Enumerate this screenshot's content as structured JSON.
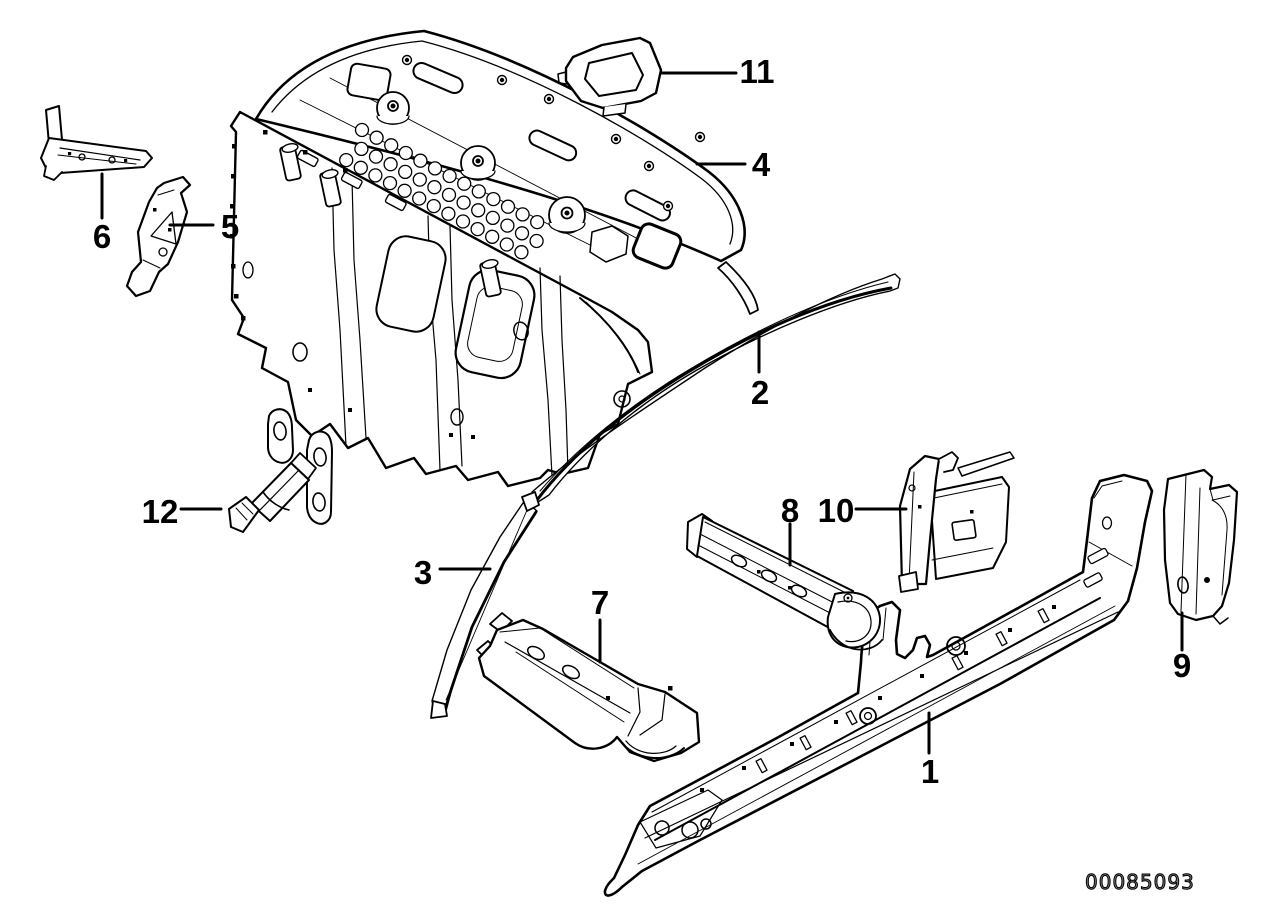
{
  "diagram": {
    "background_color": "#ffffff",
    "line_color": "#000000",
    "watermark": "00085093",
    "watermark_color": "#787878",
    "callouts": [
      {
        "label": "1"
      },
      {
        "label": "2"
      },
      {
        "label": "3"
      },
      {
        "label": "4"
      },
      {
        "label": "5"
      },
      {
        "label": "6"
      },
      {
        "label": "7"
      },
      {
        "label": "8"
      },
      {
        "label": "9"
      },
      {
        "label": "10"
      },
      {
        "label": "11"
      },
      {
        "label": "12"
      }
    ]
  }
}
